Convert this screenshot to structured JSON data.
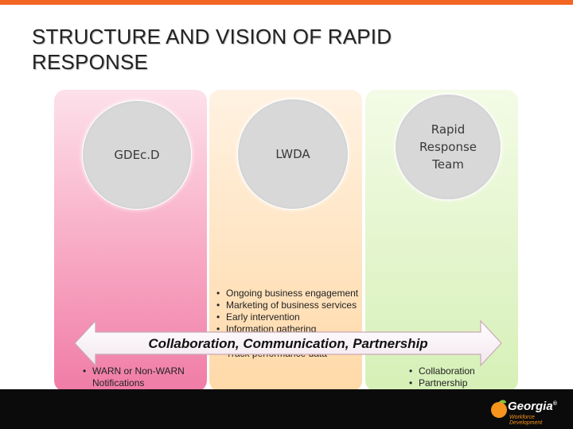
{
  "slide": {
    "title": "STRUCTURE AND VISION OF RAPID RESPONSE",
    "circles": {
      "left": "GDEc.D",
      "middle": "LWDA",
      "right": "Rapid Response Team"
    },
    "center_list": [
      "Ongoing business engagement",
      "Marketing of business services",
      "Early intervention",
      "Information gathering"
    ],
    "center_list_partial": "Track performance data",
    "left_list": [
      "WARN or Non-WARN Notifications"
    ],
    "right_list": [
      "Collaboration",
      "Partnership"
    ],
    "arrow_text": "Collaboration, Communication, Partnership"
  },
  "logo": {
    "name": "Georgia",
    "tagline": "Workforce Development",
    "registered_mark": "®"
  },
  "colors": {
    "accent_bar": "#f26522",
    "panel_pink": "#f07ca6",
    "panel_orange": "#ffd9a8",
    "panel_green": "#d6f0b7",
    "footer": "#0b0b0b"
  }
}
